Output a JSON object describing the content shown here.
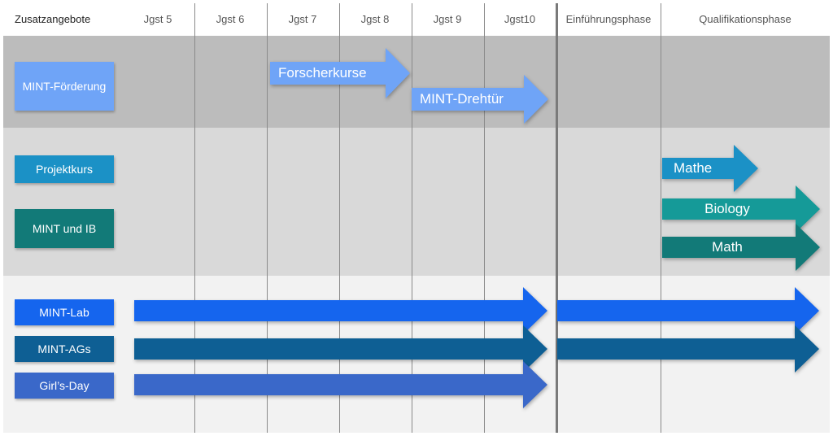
{
  "header": {
    "columns": [
      "Zusatzangebote",
      "Jgst 5",
      "Jgst 6",
      "Jgst 7",
      "Jgst 8",
      "Jgst 9",
      "Jgst10",
      "Einführungsphase",
      "Qualifikationsphase"
    ]
  },
  "rows": {
    "mint_foerderung": {
      "label": "MINT-Förderung",
      "color": "#6fa4f7"
    },
    "projektkurs": {
      "label": "Projektkurs",
      "color": "#1b91c6"
    },
    "mint_ib": {
      "label": "MINT und IB",
      "color": "#127a78"
    },
    "mint_lab": {
      "label": "MINT-Lab",
      "color": "#1565ee"
    },
    "mint_ags": {
      "label": "MINT-AGs",
      "color": "#0e5f94"
    },
    "girls_day": {
      "label": "Girl’s-Day",
      "color": "#3a68c9"
    }
  },
  "arrows": {
    "forscherkurse": {
      "label": "Forscherkurse",
      "color": "#6fa4f7"
    },
    "mint_drehtuer": {
      "label": "MINT-Drehtür",
      "color": "#6fa4f7"
    },
    "mathe": {
      "label": "Mathe",
      "color": "#1b91c6"
    },
    "biology": {
      "label": "Biology",
      "color": "#159a98"
    },
    "math": {
      "label": "Math",
      "color": "#127a78"
    },
    "mint_lab_sek1": {
      "label": "",
      "color": "#1565ee"
    },
    "mint_lab_sek2": {
      "label": "",
      "color": "#1565ee"
    },
    "mint_ags_sek1": {
      "label": "",
      "color": "#0e5f94"
    },
    "mint_ags_sek2": {
      "label": "",
      "color": "#0e5f94"
    },
    "girls_day_sek1": {
      "label": "",
      "color": "#3a68c9"
    }
  }
}
